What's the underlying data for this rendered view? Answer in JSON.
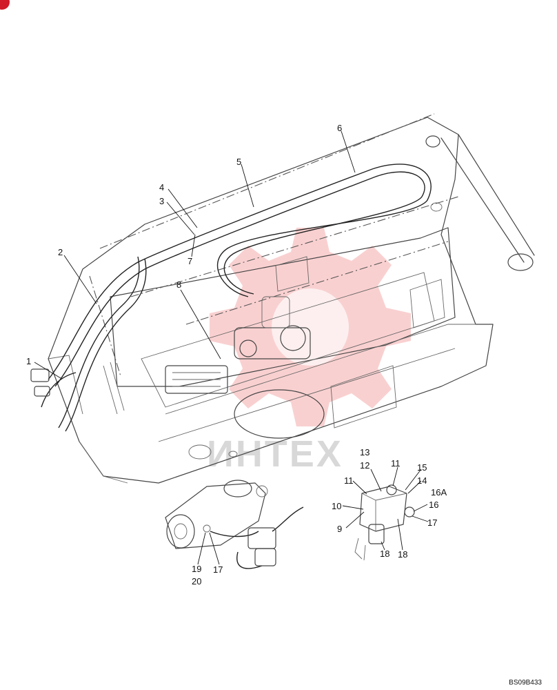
{
  "document": {
    "code": "BS09B433",
    "watermark_text": "ИНТЕХ"
  },
  "callouts": [
    {
      "id": "c1",
      "label": "1"
    },
    {
      "id": "c2",
      "label": "2"
    },
    {
      "id": "c3",
      "label": "3"
    },
    {
      "id": "c4",
      "label": "4"
    },
    {
      "id": "c5",
      "label": "5"
    },
    {
      "id": "c6",
      "label": "6"
    },
    {
      "id": "c7",
      "label": "7"
    },
    {
      "id": "c8",
      "label": "8"
    },
    {
      "id": "c9",
      "label": "9"
    },
    {
      "id": "c10",
      "label": "10"
    },
    {
      "id": "c11a",
      "label": "11"
    },
    {
      "id": "c11b",
      "label": "11"
    },
    {
      "id": "c12",
      "label": "12"
    },
    {
      "id": "c13",
      "label": "13"
    },
    {
      "id": "c14",
      "label": "14"
    },
    {
      "id": "c15",
      "label": "15"
    },
    {
      "id": "c16",
      "label": "16"
    },
    {
      "id": "c16a",
      "label": "16A"
    },
    {
      "id": "c17a",
      "label": "17"
    },
    {
      "id": "c17b",
      "label": "17"
    },
    {
      "id": "c18a",
      "label": "18"
    },
    {
      "id": "c18b",
      "label": "18"
    },
    {
      "id": "c19",
      "label": "19"
    },
    {
      "id": "c20",
      "label": "20"
    }
  ],
  "colors": {
    "watermark": "#e63333",
    "corner_mark": "#d11a2a",
    "line_art": "#444444"
  }
}
